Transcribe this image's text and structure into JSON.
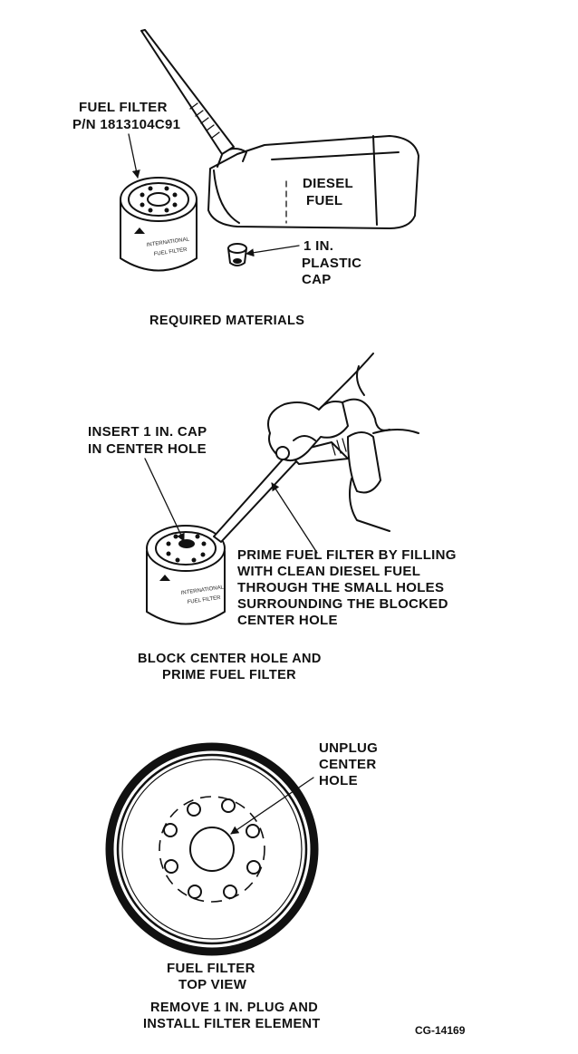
{
  "panel1": {
    "filter_label": [
      "FUEL FILTER",
      "P/N 1813104C91"
    ],
    "fuel_label": [
      "DIESEL",
      "FUEL"
    ],
    "cap_label": [
      "1 IN.",
      "PLASTIC",
      "CAP"
    ],
    "caption": "REQUIRED MATERIALS"
  },
  "panel2": {
    "insert_label": [
      "INSERT 1 IN. CAP",
      "IN CENTER HOLE"
    ],
    "prime_label": [
      "PRIME FUEL FILTER BY FILLING",
      "WITH CLEAN DIESEL FUEL",
      "THROUGH THE SMALL HOLES",
      "SURROUNDING THE BLOCKED",
      "CENTER HOLE"
    ],
    "caption": [
      "BLOCK CENTER HOLE AND",
      "PRIME FUEL FILTER"
    ]
  },
  "panel3": {
    "unplug_label": [
      "UNPLUG",
      "CENTER",
      "HOLE"
    ],
    "view_label": [
      "FUEL FILTER",
      "TOP VIEW"
    ],
    "caption": [
      "REMOVE 1 IN. PLUG AND",
      "INSTALL FILTER ELEMENT"
    ]
  },
  "figure_id": "CG-14169"
}
